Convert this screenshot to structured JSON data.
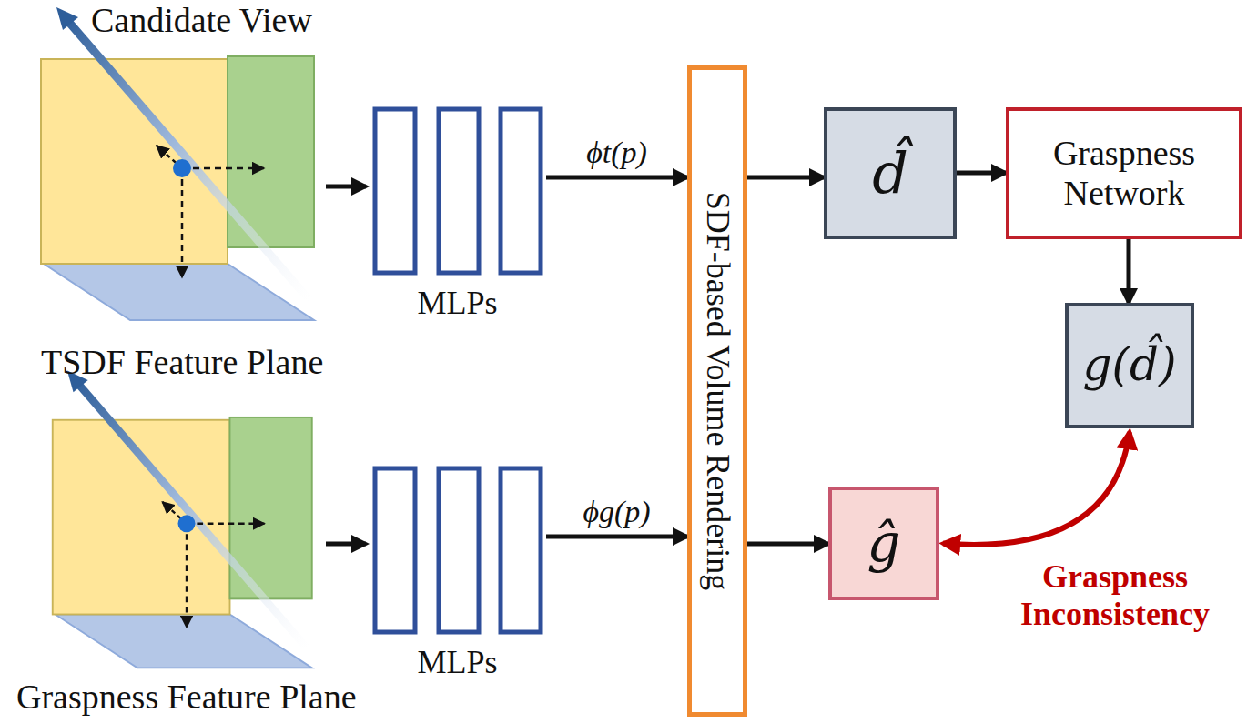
{
  "diagram": {
    "nodes": [
      {
        "text": [
          "MLPs"
        ]
      },
      {
        "text": [
          "MLPs"
        ]
      },
      {
        "text": [
          "SDF-based Volume Rendering"
        ]
      },
      {
        "text": [
          "d̂"
        ]
      },
      {
        "text": [
          "Graspness Network"
        ]
      },
      {
        "text": [
          "g(d̂)"
        ]
      },
      {
        "text": [
          "ĝ"
        ]
      }
    ],
    "edges": [
      {
        "from": 0,
        "to": 2,
        "arrow": "to",
        "label": "ϕt(p)"
      },
      {
        "from": 1,
        "to": 2,
        "arrow": "to",
        "label": "ϕg(p)"
      },
      {
        "from": 2,
        "to": 3,
        "arrow": "to"
      },
      {
        "from": 3,
        "to": 4,
        "arrow": "to"
      },
      {
        "from": 4,
        "to": 5,
        "arrow": "to"
      },
      {
        "from": 2,
        "to": 6,
        "arrow": "to"
      },
      {
        "from": 6,
        "to": 5,
        "arrow": "both",
        "label": "Graspness Inconsistency"
      }
    ],
    "labels": [
      "Candidate View",
      "TSDF Feature Plane",
      "Graspness Feature Plane"
    ]
  }
}
